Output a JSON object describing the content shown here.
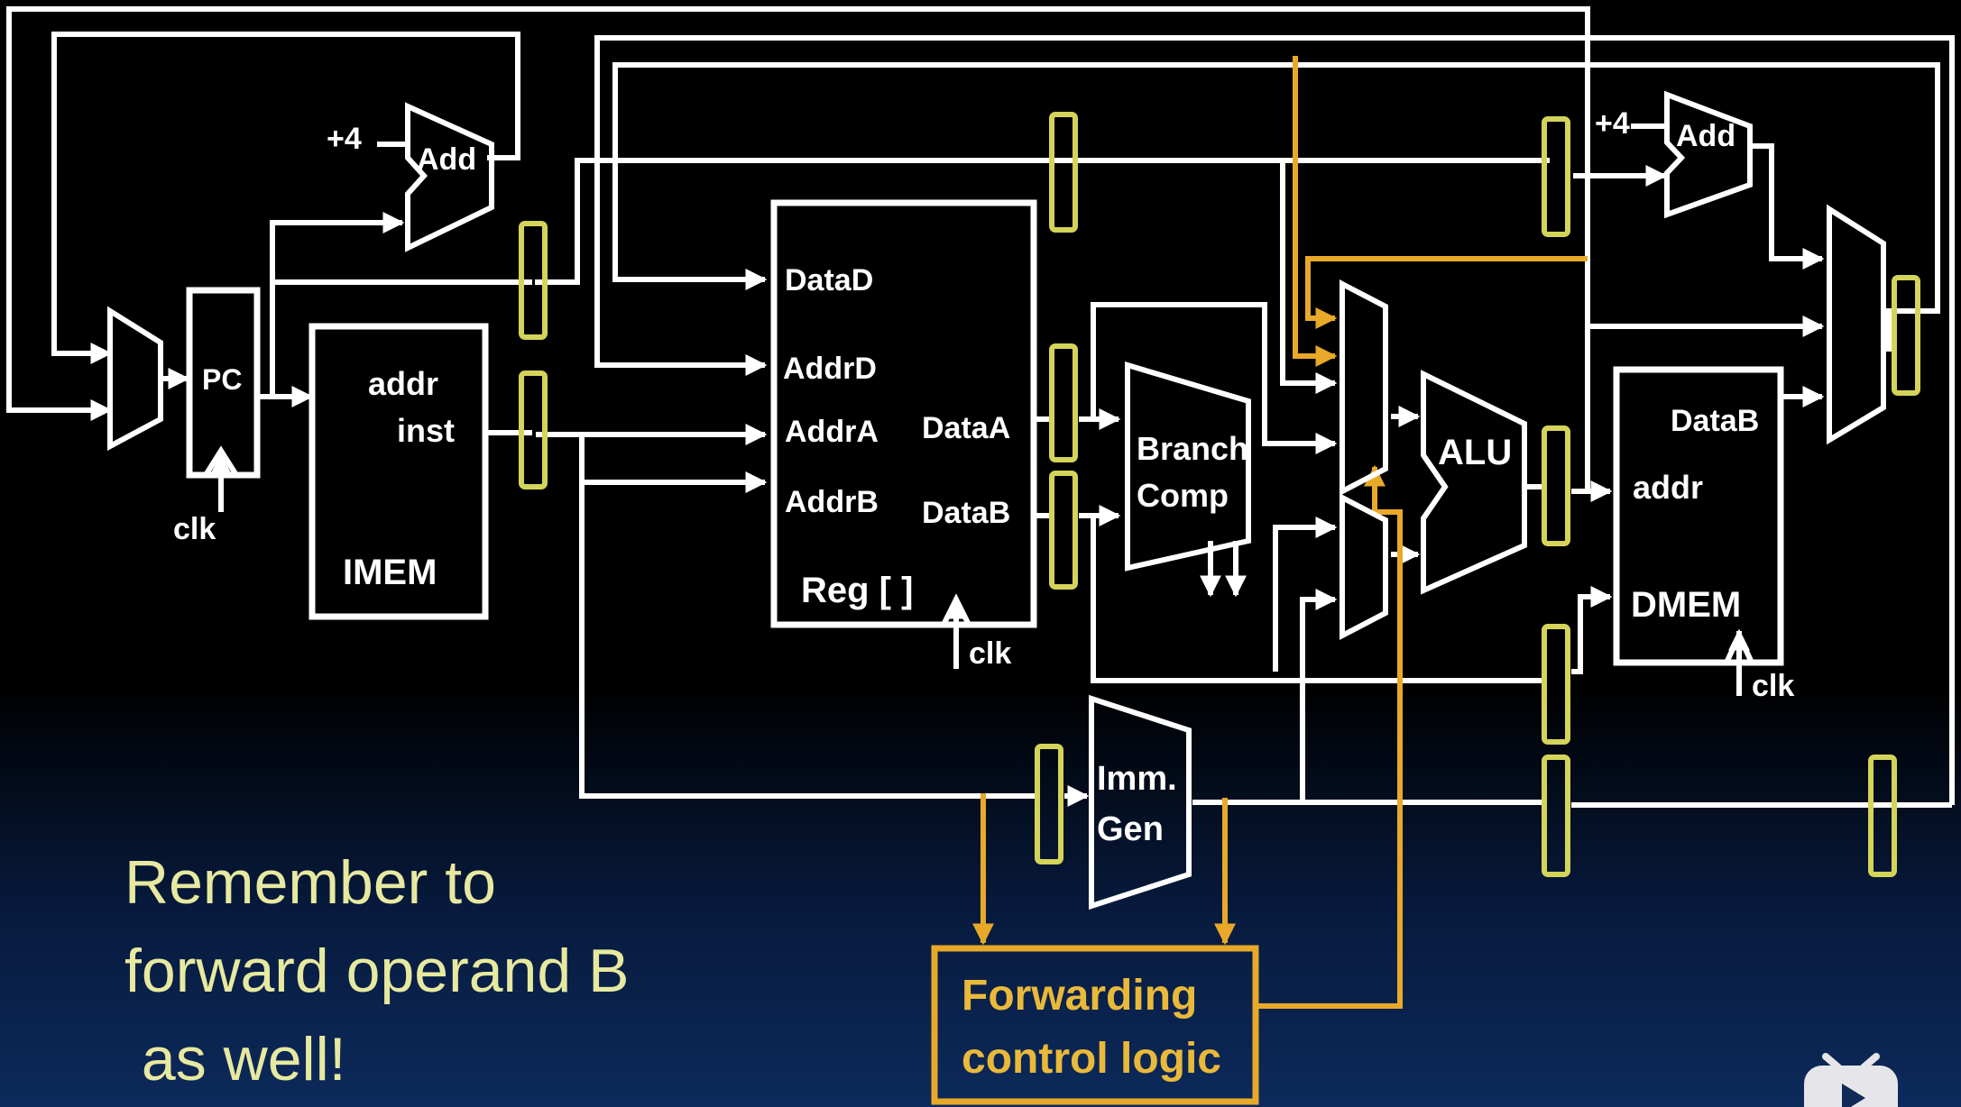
{
  "diagram": {
    "labels": {
      "add_top": "Add",
      "plus4_top": "+4",
      "pc": "PC",
      "clk_pc": "clk",
      "imem_addr": "addr",
      "imem_inst": "inst",
      "imem": "IMEM",
      "datad": "DataD",
      "addrd": "AddrD",
      "addra": "AddrA",
      "addrb": "AddrB",
      "reg_dataa": "DataA",
      "reg_datab": "DataB",
      "reg": "Reg [ ]",
      "clk_reg": "clk",
      "branch": "Branch",
      "comp": "Comp",
      "alu": "ALU",
      "plus4_right": "+4",
      "add_right": "Add",
      "dmem_datab": "DataB",
      "dmem_addr": "addr",
      "dmem": "DMEM",
      "clk_dmem": "clk",
      "imm": "Imm.",
      "gen": "Gen"
    },
    "forwarding": {
      "line1": "Forwarding",
      "line2": "control logic"
    }
  },
  "note": {
    "line1": "Remember to",
    "line2": "forward operand B",
    "line3": " as well!"
  },
  "colors": {
    "wire": "#ffffff",
    "pipeline_register": "#d4d35a",
    "forwarding": "#e8a92a",
    "note_text": "#e7e9a0"
  }
}
